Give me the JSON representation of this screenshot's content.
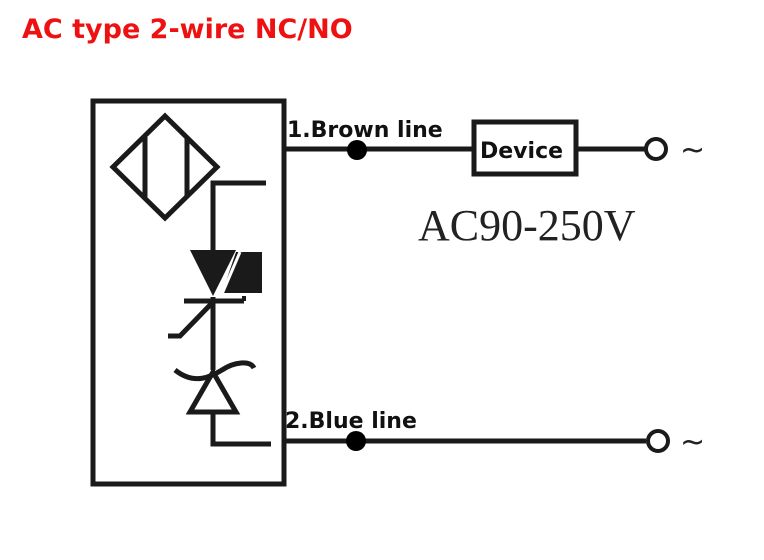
{
  "title": "AC type 2-wire NC/NO",
  "title_color": "#ee1111",
  "wires": {
    "brown": {
      "label": "1.Brown line"
    },
    "blue": {
      "label": "2.Blue line"
    }
  },
  "device": {
    "label": "Device"
  },
  "voltage": "AC90-250V",
  "terminal_symbol": "~",
  "components": {
    "sensor_symbol": "inductive-sensor-diamond",
    "switch_symbol": "triac",
    "protection_symbol": "varistor-diode"
  }
}
